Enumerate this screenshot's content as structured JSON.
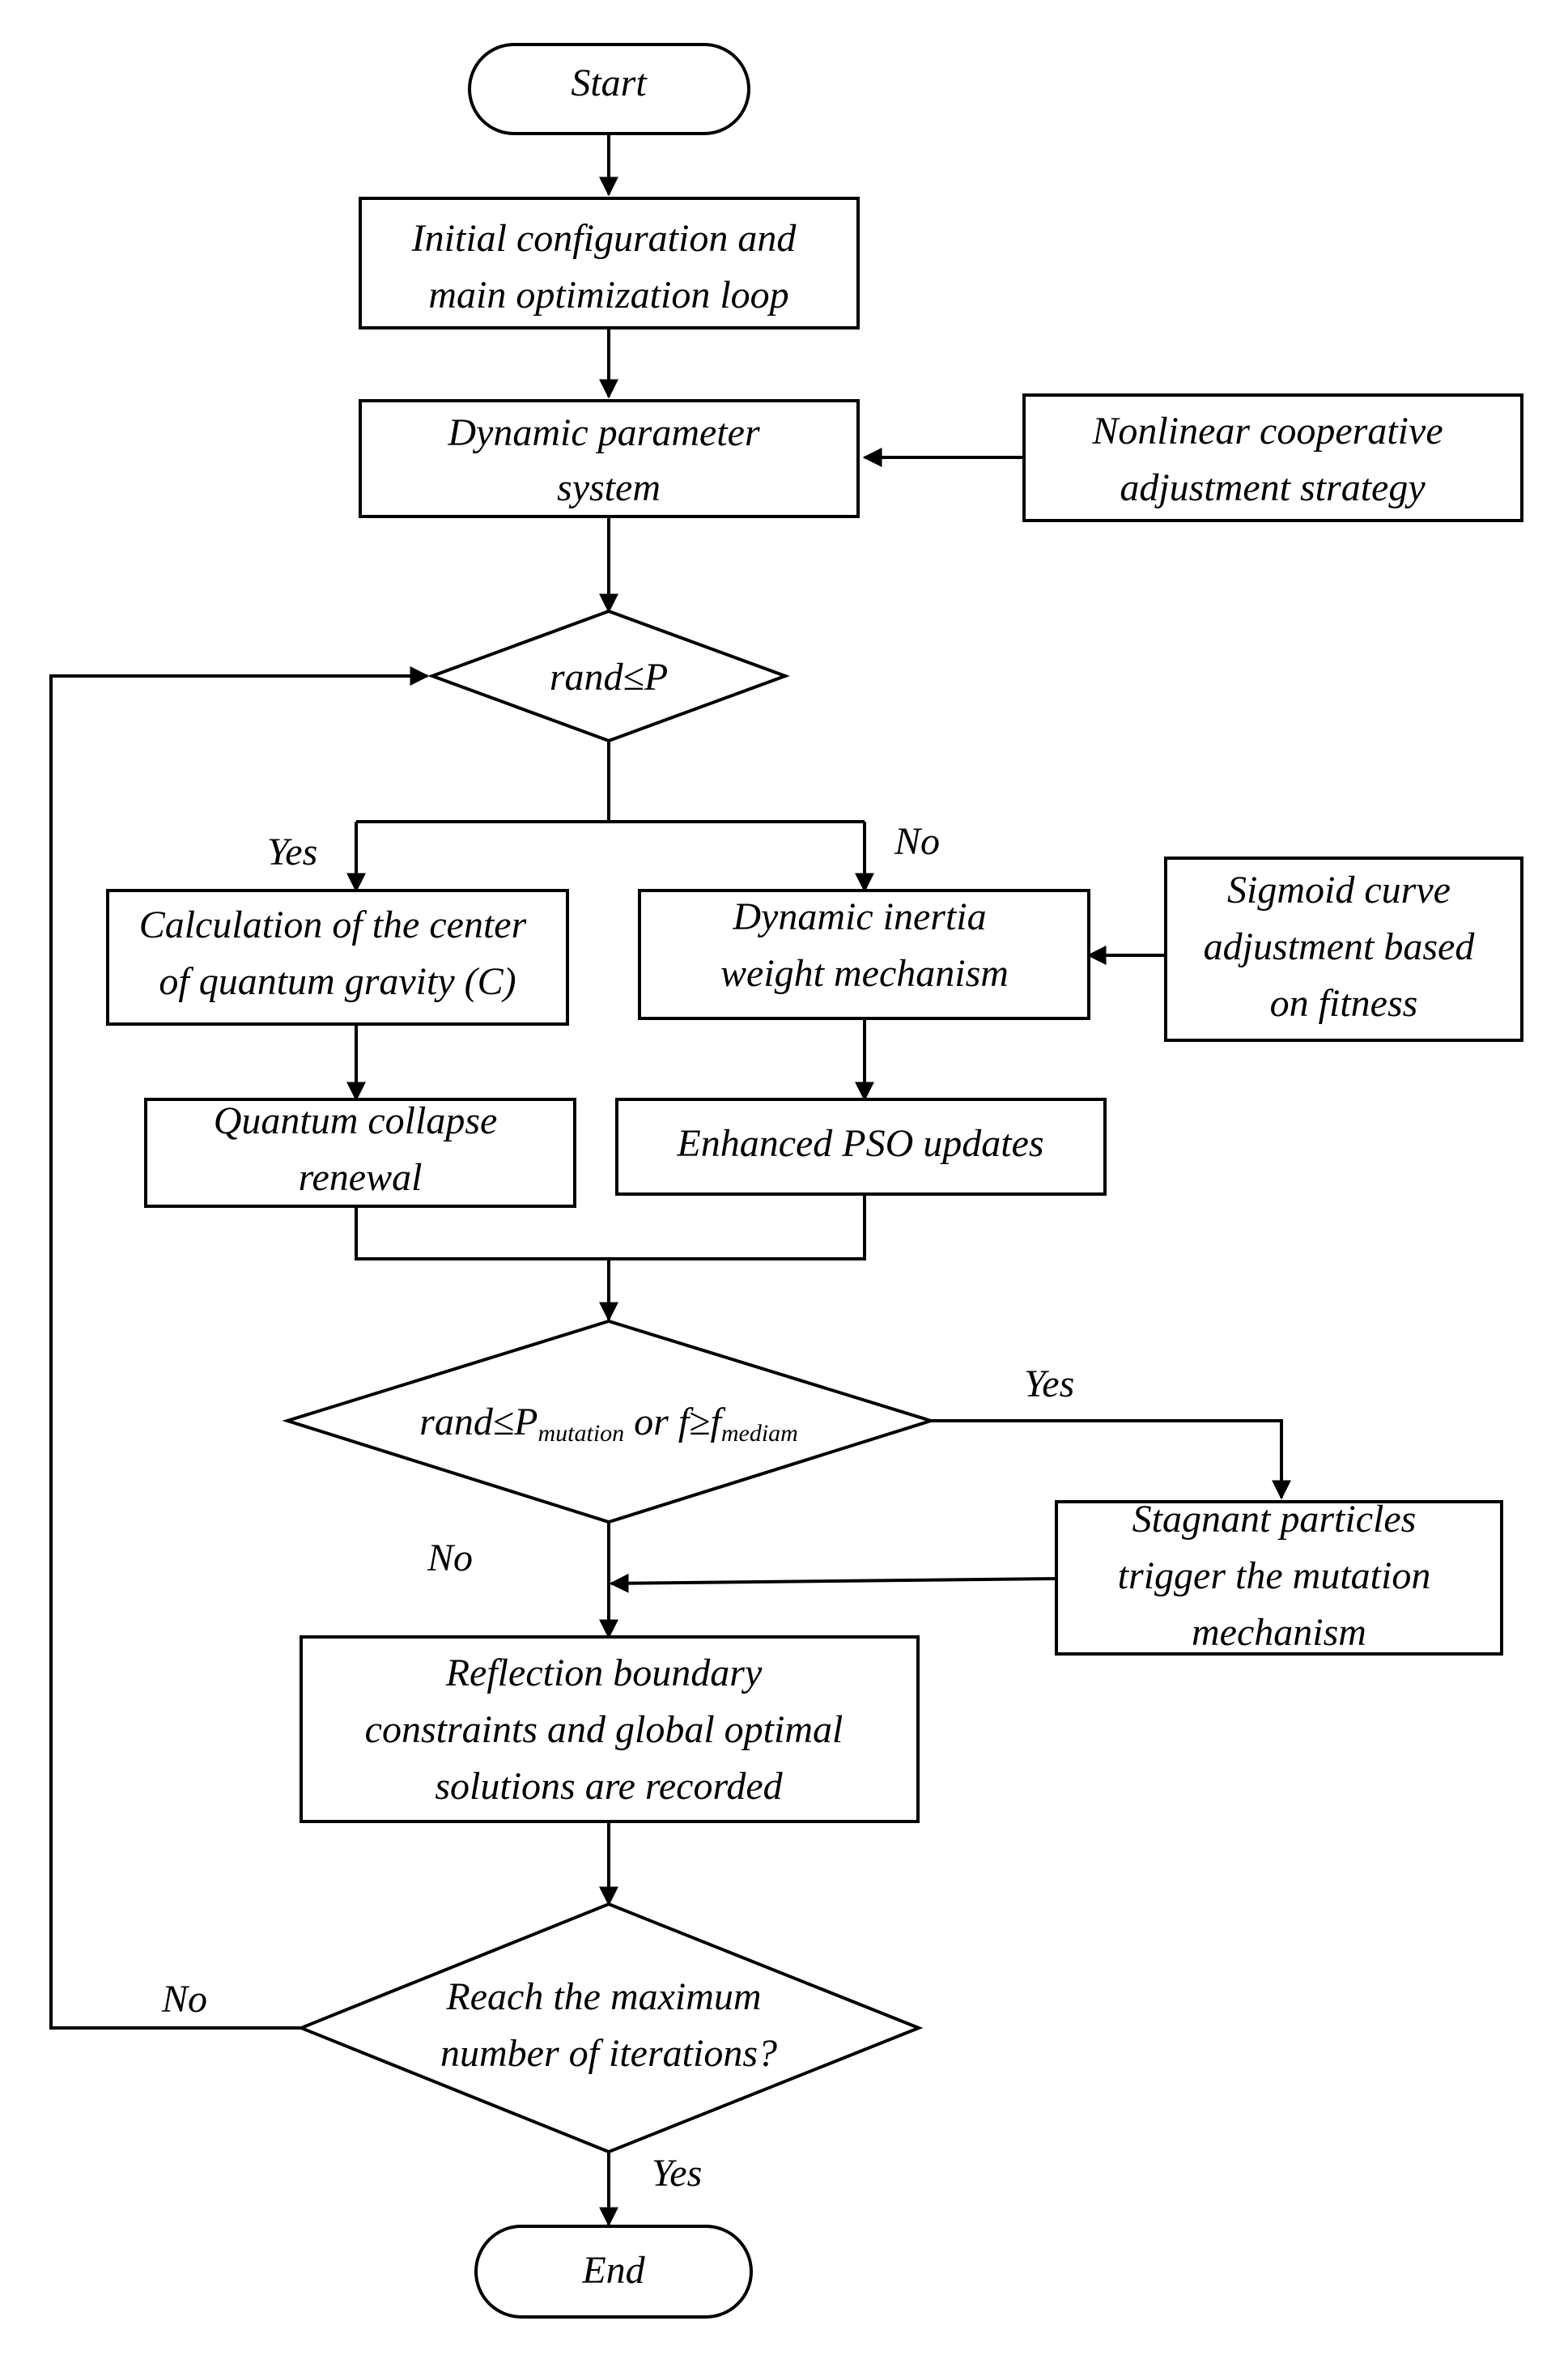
{
  "nodes": {
    "start": "Start",
    "init": [
      "Initial configuration and",
      "main optimization loop"
    ],
    "dyn_param": [
      "Dynamic parameter",
      "system"
    ],
    "nonlinear": [
      "Nonlinear cooperative",
      "adjustment strategy"
    ],
    "decision_p": "rand≤P",
    "quantum_center": [
      "Calculation of the center",
      "of quantum gravity (C)"
    ],
    "dyn_inertia": [
      "Dynamic inertia",
      "weight mechanism"
    ],
    "sigmoid": [
      "Sigmoid curve",
      "adjustment based",
      "on fitness"
    ],
    "collapse": [
      "Quantum collapse",
      "renewal"
    ],
    "pso": "Enhanced PSO updates",
    "decision_mut": {
      "part1": "rand≤P",
      "sub1": "mutation",
      "part2": " or f≥f",
      "sub2": "mediam"
    },
    "stagnant": [
      "Stagnant particles",
      "trigger the mutation",
      "mechanism"
    ],
    "reflection": [
      "Reflection boundary",
      "constraints and global optimal",
      "solutions are recorded"
    ],
    "decision_max": [
      "Reach the maximum",
      "number of iterations?"
    ],
    "end": "End"
  },
  "labels": {
    "yes_left": "Yes",
    "no_right": "No",
    "yes_mut": "Yes",
    "no_mut": "No",
    "no_loop": "No",
    "yes_end": "Yes"
  }
}
